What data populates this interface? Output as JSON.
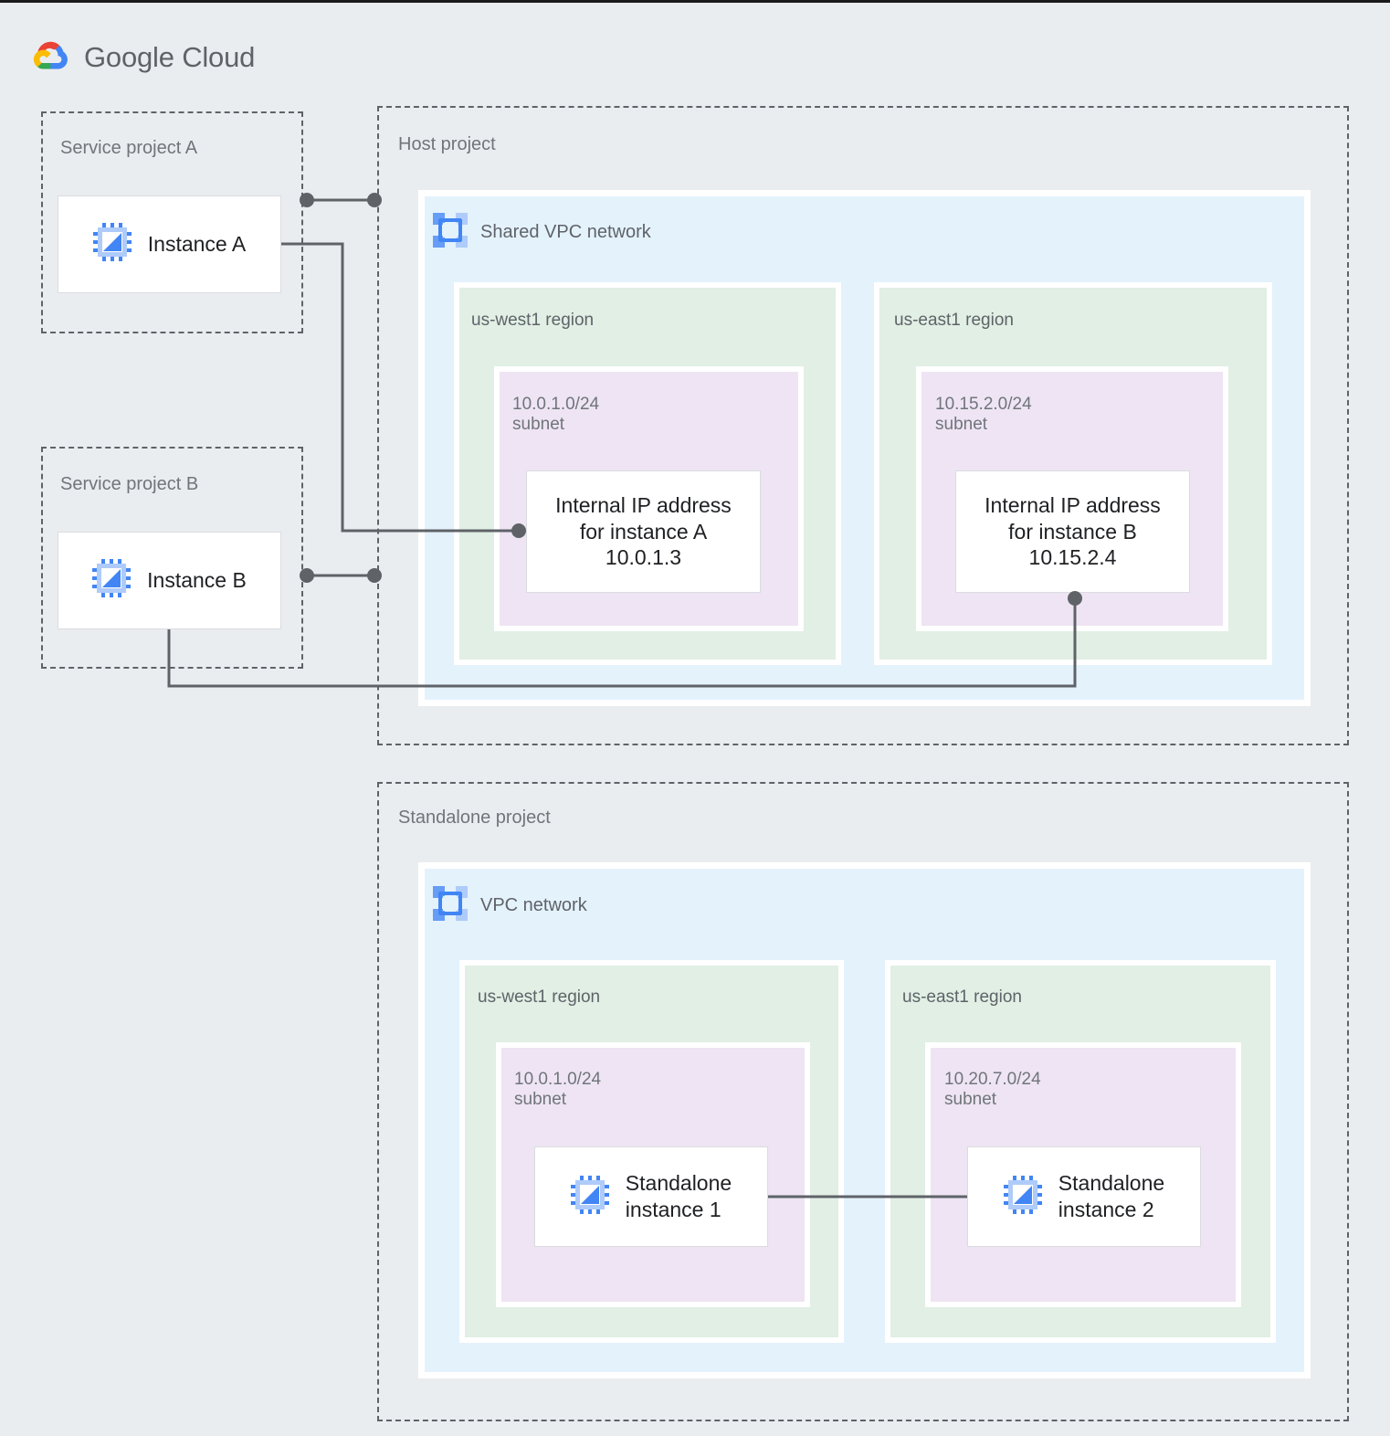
{
  "brand": {
    "logo_icon": "google-cloud-logo-icon",
    "name_bold": "Google",
    "name_light": "Cloud",
    "colors": {
      "red": "#ea4335",
      "yellow": "#fbbc05",
      "green": "#34a853",
      "blue": "#4285f4",
      "wordmark": "#5f6368"
    }
  },
  "canvas": {
    "background": "#eaedf0",
    "connector_color": "#5f6368",
    "project_border": "#5f6368",
    "vpc_fill": "#e4f2fc",
    "region_fill": "#e1efe5",
    "subnet_fill": "#eee4f3",
    "card_fill": "#ffffff"
  },
  "projects": {
    "service_a": {
      "label": "Service project A",
      "instance": {
        "icon": "vm-instance-icon",
        "label": "Instance A"
      }
    },
    "service_b": {
      "label": "Service project B",
      "instance": {
        "icon": "vm-instance-icon",
        "label": "Instance B"
      }
    },
    "host": {
      "label": "Host project",
      "network": {
        "icon": "vpc-network-icon",
        "label": "Shared VPC network",
        "regions": [
          {
            "label": "us-west1 region",
            "subnet": {
              "cidr": "10.0.1.0/24",
              "kind": "subnet",
              "label": "10.0.1.0/24\nsubnet"
            },
            "node": {
              "type": "ip-address",
              "line1": "Internal IP address",
              "line2": "for instance A",
              "line3": "10.0.1.3",
              "label": "Internal IP address\nfor instance A\n10.0.1.3"
            }
          },
          {
            "label": "us-east1 region",
            "subnet": {
              "cidr": "10.15.2.0/24",
              "kind": "subnet",
              "label": "10.15.2.0/24\nsubnet"
            },
            "node": {
              "type": "ip-address",
              "line1": "Internal IP address",
              "line2": "for instance B",
              "line3": "10.15.2.4",
              "label": "Internal IP address\nfor instance B\n10.15.2.4"
            }
          }
        ]
      }
    },
    "standalone": {
      "label": "Standalone project",
      "network": {
        "icon": "vpc-network-icon",
        "label": "VPC network",
        "regions": [
          {
            "label": "us-west1 region",
            "subnet": {
              "cidr": "10.0.1.0/24",
              "kind": "subnet",
              "label": "10.0.1.0/24\nsubnet"
            },
            "node": {
              "type": "vm-instance",
              "icon": "vm-instance-icon",
              "label": "Standalone\ninstance 1"
            }
          },
          {
            "label": "us-east1 region",
            "subnet": {
              "cidr": "10.20.7.0/24",
              "kind": "subnet",
              "label": "10.20.7.0/24\nsubnet"
            },
            "node": {
              "type": "vm-instance",
              "icon": "vm-instance-icon",
              "label": "Standalone\ninstance 2"
            }
          }
        ]
      }
    }
  },
  "connections": [
    {
      "name": "instance-a-to-host-project-boundary",
      "from": "Instance A",
      "to": "Host project",
      "endpoints": "dot-dot"
    },
    {
      "name": "instance-a-to-internal-ip-a",
      "from": "Instance A",
      "to": "Internal IP address for instance A 10.0.1.3",
      "endpoints": "line-dot"
    },
    {
      "name": "instance-b-to-host-project-boundary",
      "from": "Instance B",
      "to": "Host project",
      "endpoints": "dot-dot"
    },
    {
      "name": "instance-b-to-internal-ip-b",
      "from": "Instance B",
      "to": "Internal IP address for instance B 10.15.2.4",
      "endpoints": "line-dot"
    },
    {
      "name": "standalone-1-to-standalone-2",
      "from": "Standalone instance 1",
      "to": "Standalone instance 2",
      "endpoints": "line-line"
    }
  ]
}
